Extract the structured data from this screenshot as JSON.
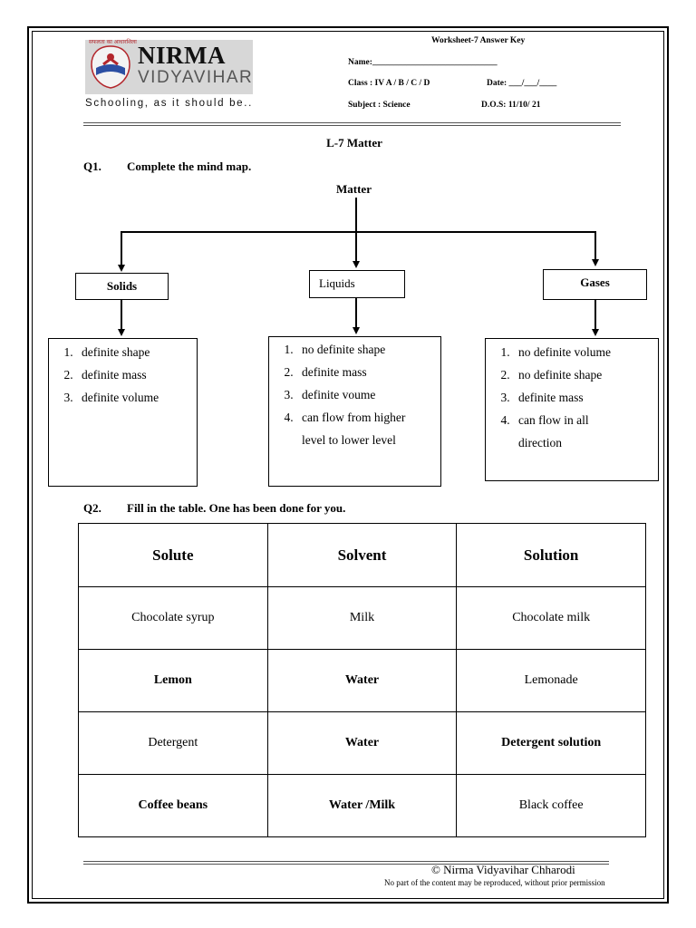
{
  "header": {
    "logo_hindi": "सफलता का आधारशिला",
    "logo_main": "NIRMA",
    "logo_sub": "VIDYAVIHAR",
    "tagline": "Schooling, as it should be..",
    "worksheet": "Worksheet-7  Answer Key",
    "name": "Name:_____________________________",
    "class": "Class : IV  A / B / C / D",
    "date": "Date: ___/___/____",
    "subject": "Subject : Science",
    "dos": "D.O.S: 11/10/ 21"
  },
  "title": "L-7 Matter",
  "q1": {
    "num": "Q1.",
    "text": "Complete the mind map."
  },
  "mindmap": {
    "root": "Matter",
    "categories": [
      {
        "label": "Solids",
        "items": [
          "definite shape",
          "definite mass",
          "definite volume"
        ]
      },
      {
        "label": "Liquids",
        "items": [
          "no definite shape",
          "definite mass",
          "definite voume",
          "can flow from higher level to lower level"
        ]
      },
      {
        "label": "Gases",
        "items": [
          "no definite volume",
          "no definite shape",
          "definite mass",
          "can flow in all direction"
        ]
      }
    ]
  },
  "q2": {
    "num": "Q2.",
    "text": "Fill in the table. One has been done for you."
  },
  "table": {
    "headers": [
      "Solute",
      "Solvent",
      "Solution"
    ],
    "rows": [
      [
        "Chocolate syrup",
        "Milk",
        "Chocolate milk"
      ],
      [
        "Lemon",
        "Water",
        "Lemonade"
      ],
      [
        "Detergent",
        "Water",
        "Detergent solution"
      ],
      [
        "Coffee beans",
        "Water /Milk",
        "Black coffee"
      ]
    ]
  },
  "footer": {
    "copyright": "© Nirma Vidyavihar  Chharodi",
    "notice": "No part of the content may be reproduced, without prior permission"
  }
}
